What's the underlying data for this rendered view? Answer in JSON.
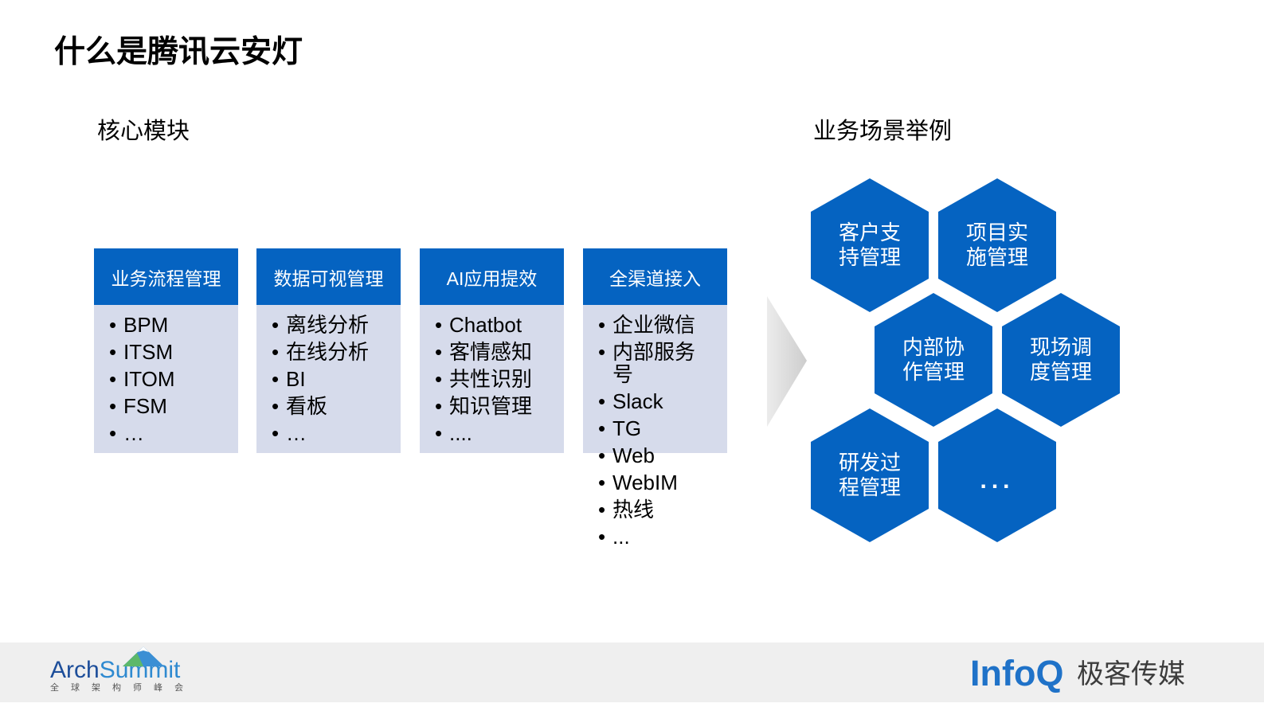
{
  "slide": {
    "title": "什么是腾讯云安灯"
  },
  "colors": {
    "accent_blue": "#0563c1",
    "module_body": "#d6dbeb",
    "arrow_gray": "#d9d9d9",
    "footer_bg": "#efefef",
    "text": "#000000"
  },
  "core_modules": {
    "heading": "核心模块",
    "modules": [
      {
        "title": "业务流程管理",
        "items": [
          "BPM",
          "ITSM",
          "ITOM",
          "FSM",
          "…"
        ]
      },
      {
        "title": "数据可视管理",
        "items": [
          "离线分析",
          "在线分析",
          "BI",
          "看板",
          "…"
        ]
      },
      {
        "title": "AI应用提效",
        "items": [
          "Chatbot",
          "客情感知",
          "共性识别",
          "知识管理",
          "...."
        ]
      },
      {
        "title": "全渠道接入",
        "items": [
          "企业微信",
          "内部服务号",
          "Slack",
          "TG",
          "Web",
          "WebIM",
          "热线",
          "..."
        ]
      }
    ]
  },
  "transition": {
    "icon": "chevron-right-icon"
  },
  "business_scenarios": {
    "heading": "业务场景举例",
    "items": [
      {
        "label": "客户支持管理"
      },
      {
        "label": "项目实施管理"
      },
      {
        "label": "内部协作管理"
      },
      {
        "label": "现场调度管理"
      },
      {
        "label": "研发过程管理"
      },
      {
        "label": "..."
      }
    ]
  },
  "footer": {
    "left_logo": {
      "brand_part1": "Arch",
      "brand_part2": "Summit",
      "tagline": "全球架构师峰会",
      "icon": "mountain-icon"
    },
    "right_logo": {
      "brand": "InfoQ",
      "tagline": "极客传媒"
    }
  }
}
